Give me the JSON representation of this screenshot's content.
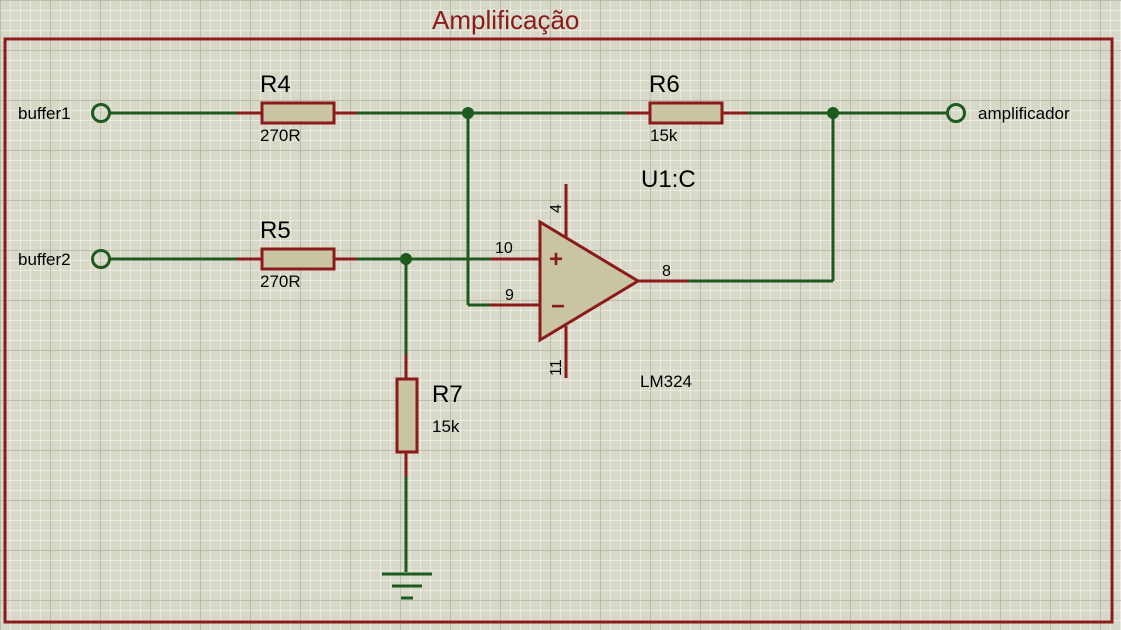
{
  "sheet": {
    "title": "Amplificação"
  },
  "terminals": {
    "in1": {
      "label": "buffer1"
    },
    "in2": {
      "label": "buffer2"
    },
    "out": {
      "label": "amplificador"
    }
  },
  "components": {
    "r4": {
      "ref": "R4",
      "value": "270R"
    },
    "r5": {
      "ref": "R5",
      "value": "270R"
    },
    "r6": {
      "ref": "R6",
      "value": "15k"
    },
    "r7": {
      "ref": "R7",
      "value": "15k"
    },
    "u1": {
      "ref": "U1:C",
      "part": "LM324",
      "pins": {
        "noninv": "10",
        "inv": "9",
        "out": "8",
        "vpos": "4",
        "vneg": "11"
      },
      "symbols": {
        "plus": "+",
        "minus": "−"
      }
    }
  },
  "colors": {
    "wire": "#1d5a1d",
    "component": "#8b1a1a",
    "body": "#c8c4a4",
    "background": "#d8d8c8"
  }
}
